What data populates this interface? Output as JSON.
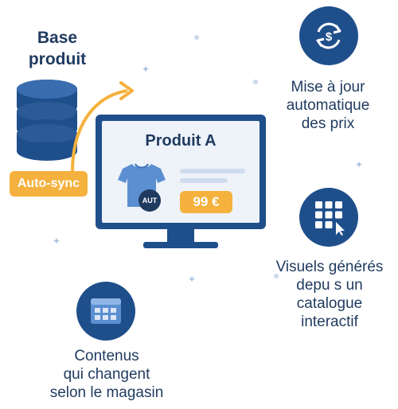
{
  "base": {
    "title_line1": "Base",
    "title_line2": "produit"
  },
  "sync": {
    "label": "Auto-sync"
  },
  "product": {
    "title": "Produit A",
    "tag": "AUT",
    "price": "99 €"
  },
  "features": {
    "price_update": {
      "line1": "Mise à jour",
      "line2": "automatique",
      "line3": "des prix"
    },
    "visuals": {
      "line1": "Visuels générés",
      "line2": "depu s un",
      "line3": "catalogue",
      "line4": "interactif"
    },
    "contents": {
      "line1": "Contenus",
      "line2": "qui changent",
      "line3": "selon le magasin"
    }
  },
  "icons": {
    "database": "database-icon",
    "price_sync": "dollar-sync-icon",
    "grid_catalog": "grid-catalog-icon",
    "layout": "layout-window-icon",
    "tshirt": "tshirt-icon"
  },
  "colors": {
    "navy": "#1f4f8b",
    "dark_navy": "#1f3a5f",
    "orange": "#f5b13d",
    "light_blue": "#e8eef8",
    "tshirt": "#5b8fd1"
  }
}
